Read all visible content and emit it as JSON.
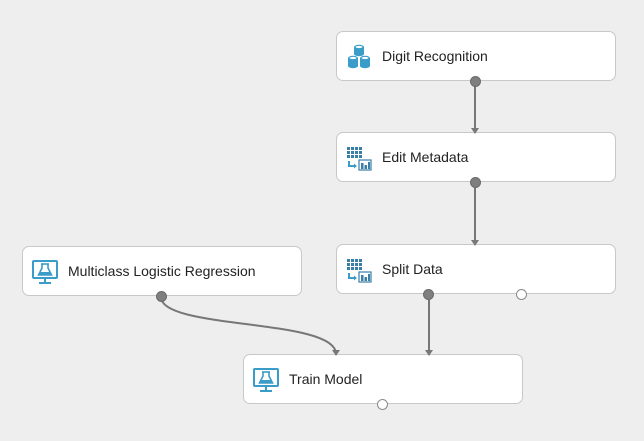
{
  "modules": {
    "digit_recognition": {
      "label": "Digit Recognition",
      "icon": "dataset-icon"
    },
    "edit_metadata": {
      "label": "Edit Metadata",
      "icon": "data-transform-icon"
    },
    "split_data": {
      "label": "Split Data",
      "icon": "data-transform-icon"
    },
    "multiclass_logistic_regression": {
      "label": "Multiclass Logistic Regression",
      "icon": "ml-flask-icon"
    },
    "train_model": {
      "label": "Train Model",
      "icon": "ml-flask-icon"
    }
  },
  "colors": {
    "canvas_bg": "#eeeeee",
    "module_bg": "#ffffff",
    "module_border": "#c8c8c8",
    "icon_accent": "#3a9cc9",
    "wire": "#777777",
    "port_filled": "#7f7f7f"
  }
}
